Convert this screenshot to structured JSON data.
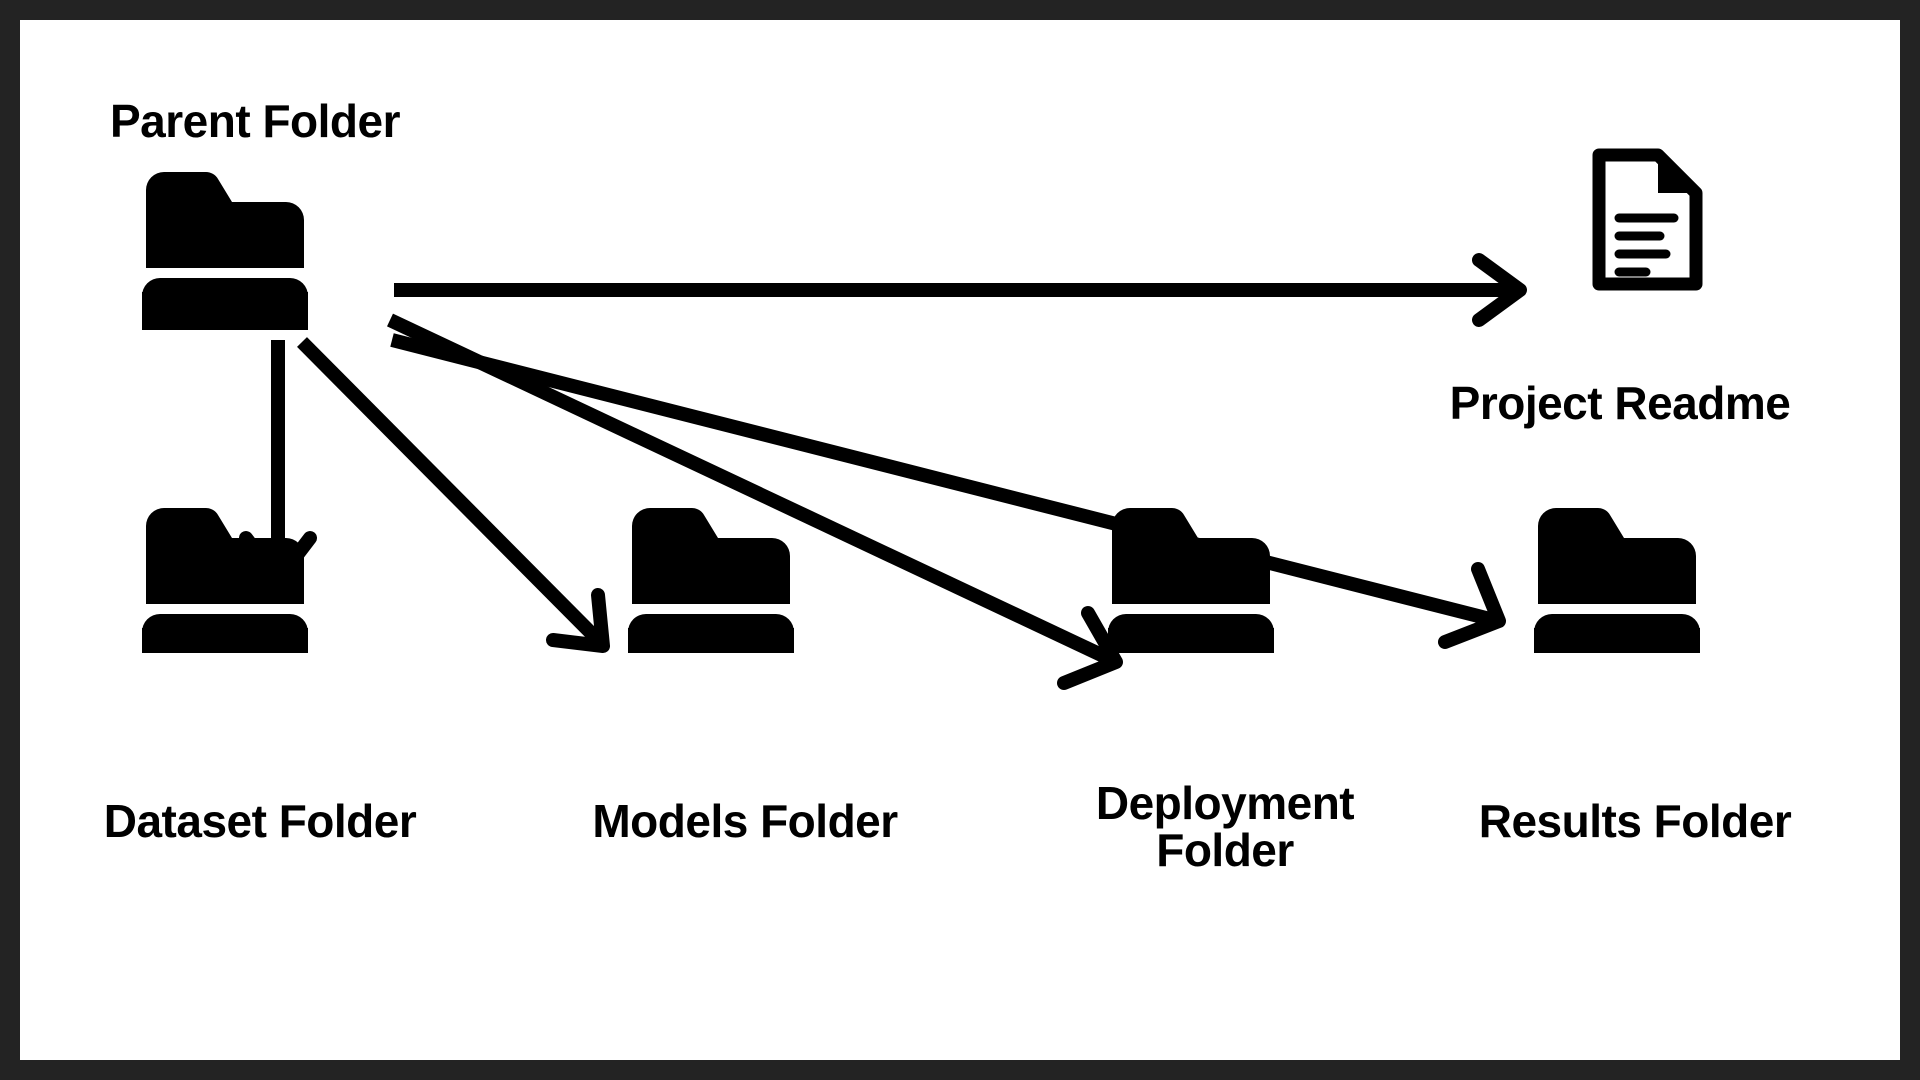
{
  "frame": {
    "border_color": "#232323",
    "canvas_color": "#ffffff",
    "ink_color": "#000000"
  },
  "diagram": {
    "title": "Parent Folder",
    "type": "folder-structure-tree",
    "root": {
      "id": "parent-folder",
      "label": "Parent Folder",
      "icon": "folder-icon",
      "label_position": "above"
    },
    "children": [
      {
        "id": "project-readme",
        "label": "Project Readme",
        "icon": "document-icon",
        "label_position": "below"
      },
      {
        "id": "dataset-folder",
        "label": "Dataset Folder",
        "icon": "folder-icon",
        "label_position": "below"
      },
      {
        "id": "models-folder",
        "label": "Models Folder",
        "icon": "folder-icon",
        "label_position": "below"
      },
      {
        "id": "deployment-folder",
        "label": "Deployment\nFolder",
        "label_line_1": "Deployment",
        "label_line_2": "Folder",
        "icon": "folder-icon",
        "label_position": "below"
      },
      {
        "id": "results-folder",
        "label": "Results Folder",
        "icon": "folder-icon",
        "label_position": "below"
      }
    ],
    "connections": [
      {
        "from": "parent-folder",
        "to": "project-readme",
        "style": "arrow",
        "direction": "right"
      },
      {
        "from": "parent-folder",
        "to": "dataset-folder",
        "style": "arrow",
        "direction": "down"
      },
      {
        "from": "parent-folder",
        "to": "models-folder",
        "style": "arrow",
        "direction": "down-right"
      },
      {
        "from": "parent-folder",
        "to": "deployment-folder",
        "style": "arrow",
        "direction": "down-right"
      },
      {
        "from": "parent-folder",
        "to": "results-folder",
        "style": "arrow",
        "direction": "down-right"
      }
    ]
  }
}
